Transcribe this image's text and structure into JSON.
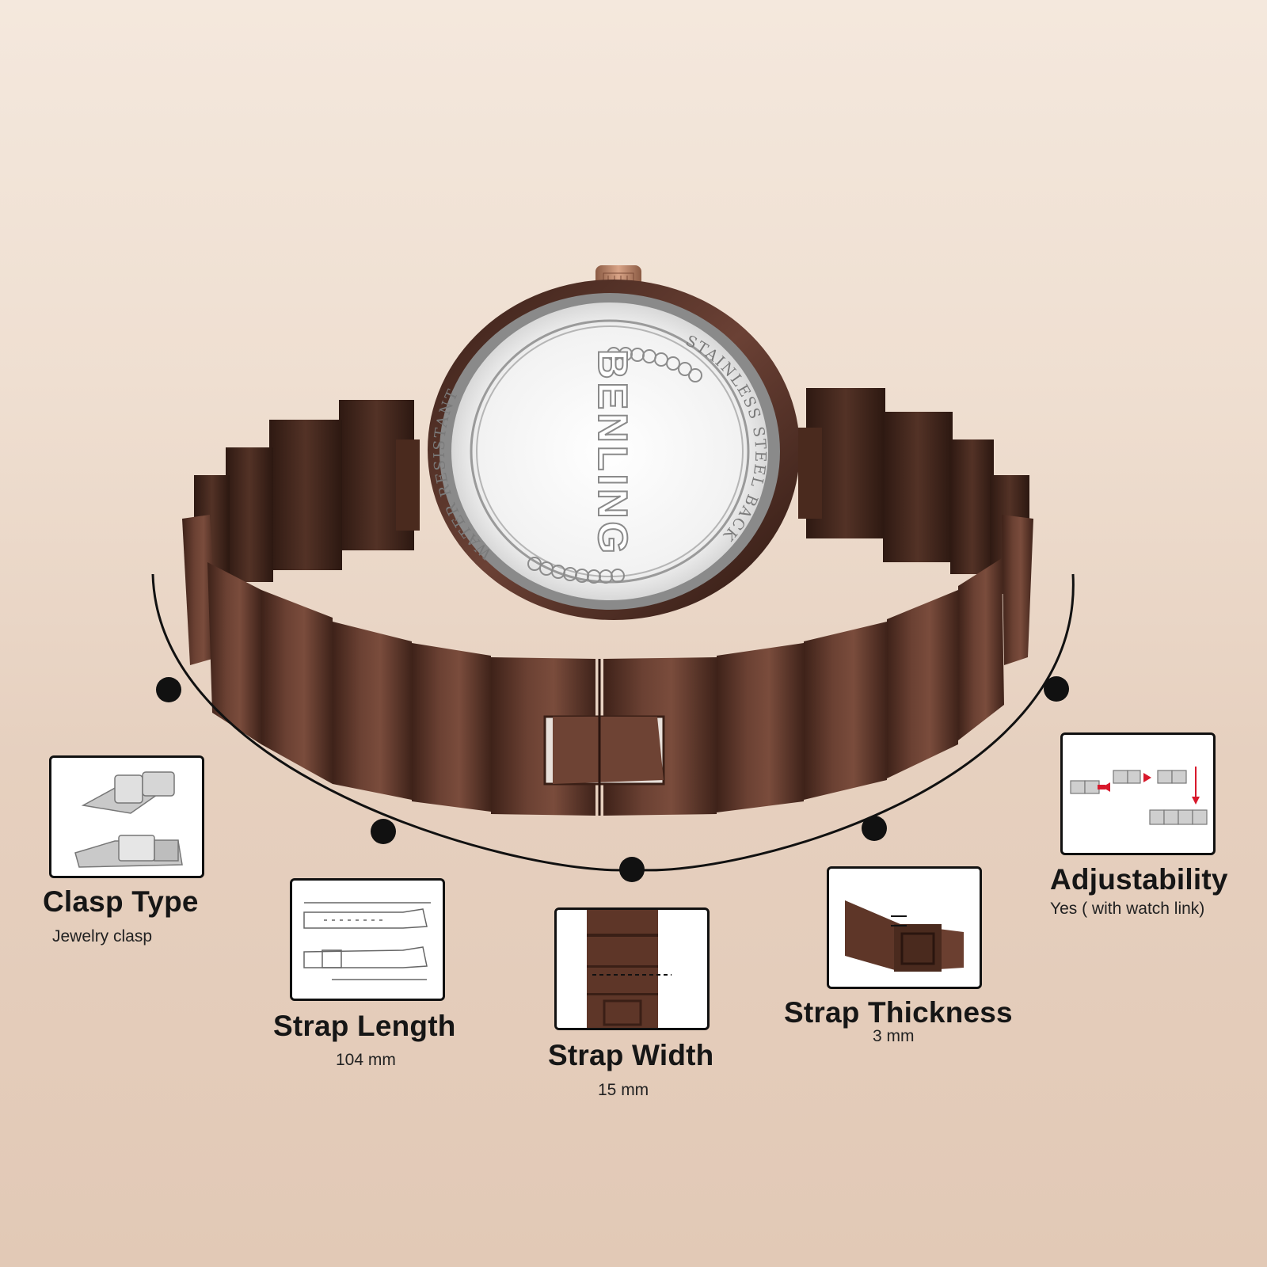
{
  "caseback": {
    "brand": "BENLING",
    "text_left": "WATER RESISTANT",
    "text_right": "STAINLESS STEEL BACK"
  },
  "colors": {
    "strap": "#5a3428",
    "crown": "#b07a5e",
    "background": "#ecdccd",
    "text": "#161616"
  },
  "features": [
    {
      "title": "Clasp Type",
      "value": "Jewelry clasp",
      "icon": "clasp-icon"
    },
    {
      "title": "Strap Length",
      "value": "104 mm",
      "icon": "strap-length-diagram-icon"
    },
    {
      "title": "Strap Width",
      "value": "15 mm",
      "icon": "strap-width-icon"
    },
    {
      "title": "Strap Thickness",
      "value": "3 mm",
      "icon": "strap-thickness-icon"
    },
    {
      "title": "Adjustability",
      "value": "Yes ( with watch link)",
      "icon": "link-removal-icon"
    }
  ]
}
